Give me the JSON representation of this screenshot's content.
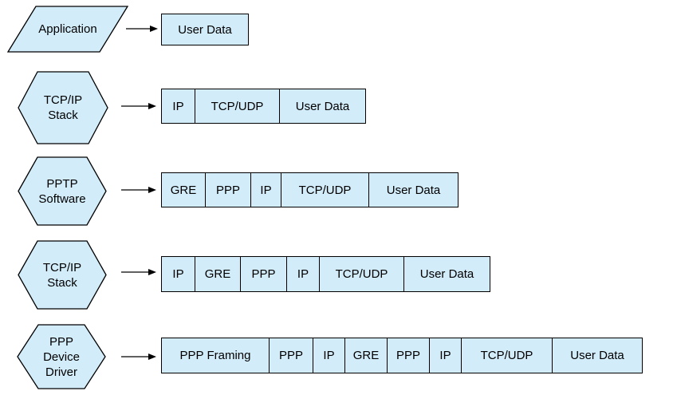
{
  "diagram": {
    "description": "PPTP packet encapsulation by layer",
    "style": {
      "shape_fill": "#d2ecfa",
      "shape_border": "#000000",
      "text_color": "#000000",
      "background": "#ffffff"
    },
    "rows": [
      {
        "stage": "Application",
        "stage_lines": [
          "Application"
        ],
        "shape": "parallelogram",
        "cells": [
          "User Data"
        ]
      },
      {
        "stage": "TCP/IP Stack",
        "stage_lines": [
          "TCP/IP",
          "Stack"
        ],
        "shape": "hexagon",
        "cells": [
          "IP",
          "TCP/UDP",
          "User Data"
        ]
      },
      {
        "stage": "PPTP Software",
        "stage_lines": [
          "PPTP",
          "Software"
        ],
        "shape": "hexagon",
        "cells": [
          "GRE",
          "PPP",
          "IP",
          "TCP/UDP",
          "User Data"
        ]
      },
      {
        "stage": "TCP/IP Stack",
        "stage_lines": [
          "TCP/IP",
          "Stack"
        ],
        "shape": "hexagon",
        "cells": [
          "IP",
          "GRE",
          "PPP",
          "IP",
          "TCP/UDP",
          "User Data"
        ]
      },
      {
        "stage": "PPP Device Driver",
        "stage_lines": [
          "PPP",
          "Device",
          "Driver"
        ],
        "shape": "hexagon",
        "cells": [
          "PPP Framing",
          "PPP",
          "IP",
          "GRE",
          "PPP",
          "IP",
          "TCP/UDP",
          "User Data"
        ]
      }
    ]
  }
}
